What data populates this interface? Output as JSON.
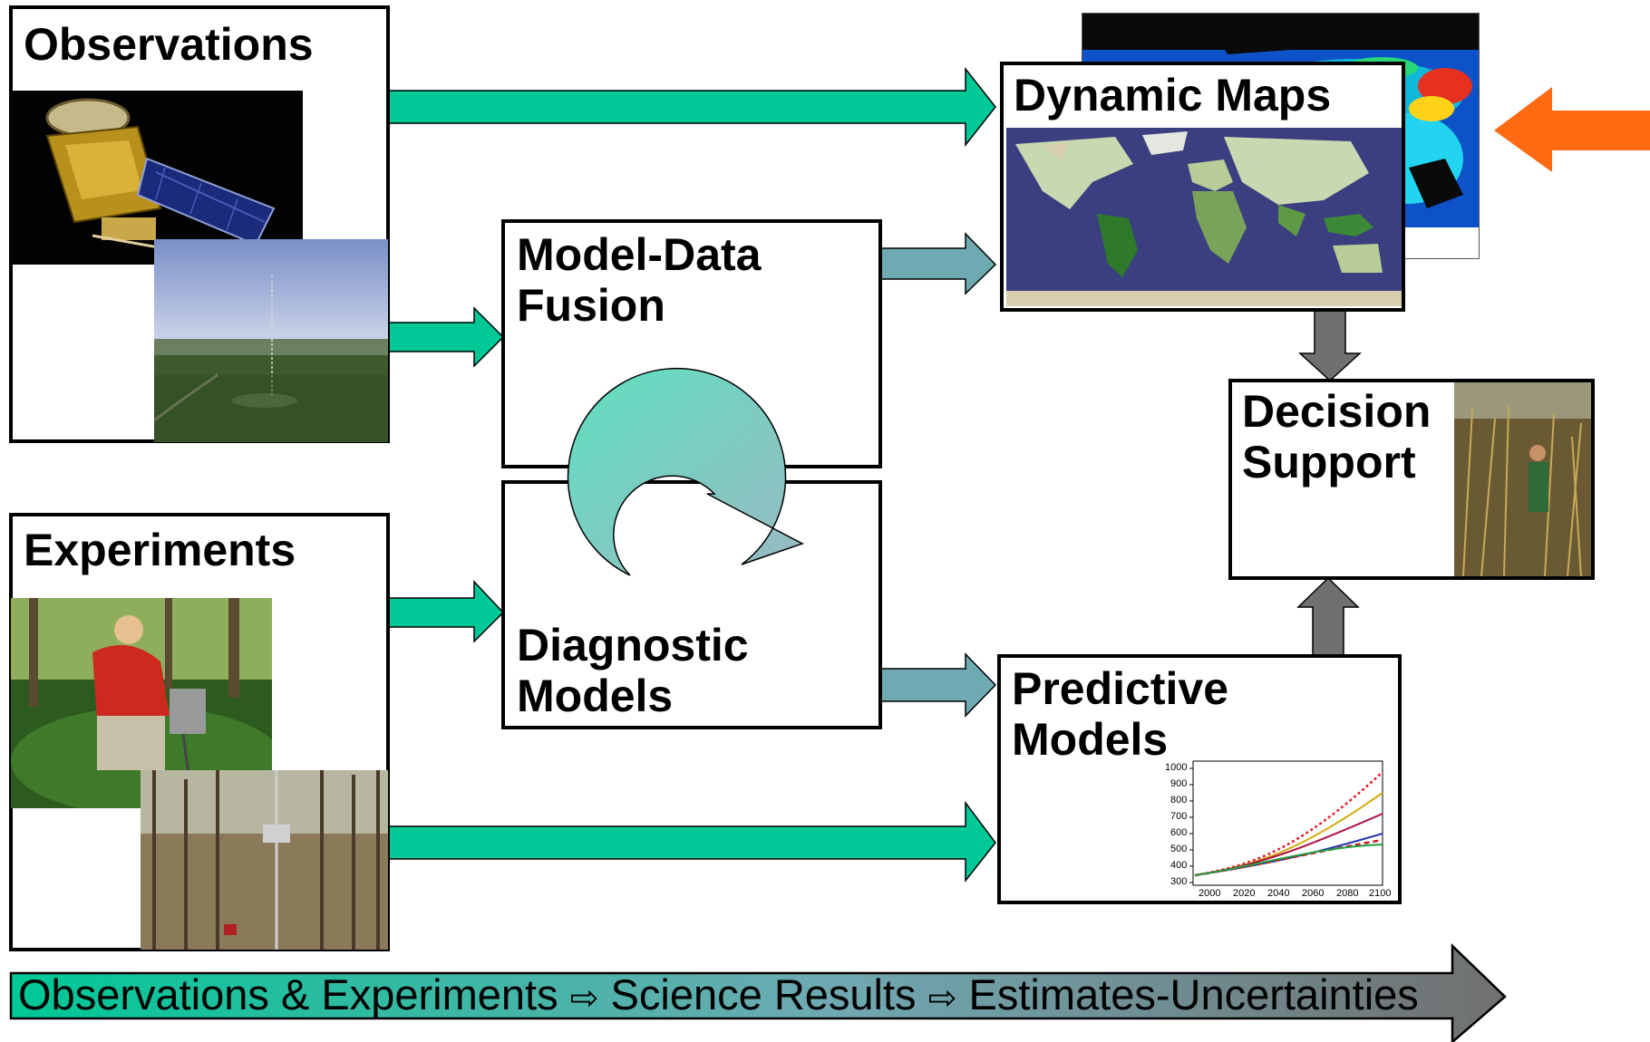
{
  "boxes": {
    "observations": "Observations",
    "experiments": "Experiments",
    "model_data_fusion": [
      "Model-Data",
      "Fusion"
    ],
    "diagnostic_models": [
      "Diagnostic",
      "Models"
    ],
    "dynamic_maps": "Dynamic Maps",
    "decision_support": [
      "Decision",
      "Support"
    ],
    "predictive_models": [
      "Predictive",
      "Models"
    ]
  },
  "banner": {
    "part1": "Observations & Experiments",
    "arrow1": "⇨",
    "part2": "Science Results",
    "arrow2": "⇨",
    "part3": "Estimates-Uncertainties"
  },
  "colors": {
    "green_arrow": "#00c896",
    "teal_arrow": "#6fa9b2",
    "gray_arrow": "#707070",
    "orange_arrow": "#ff6a13",
    "map_ocean": "#3b3f7f"
  },
  "icons": [
    "cycle-arrow-icon",
    "orange-pointer-arrow-icon"
  ],
  "chart": {
    "y_ticks": [
      "1000",
      "900",
      "800",
      "700",
      "600",
      "500",
      "400",
      "300"
    ],
    "x_ticks": [
      "2000",
      "2020",
      "2040",
      "2060",
      "2080",
      "2100"
    ]
  }
}
